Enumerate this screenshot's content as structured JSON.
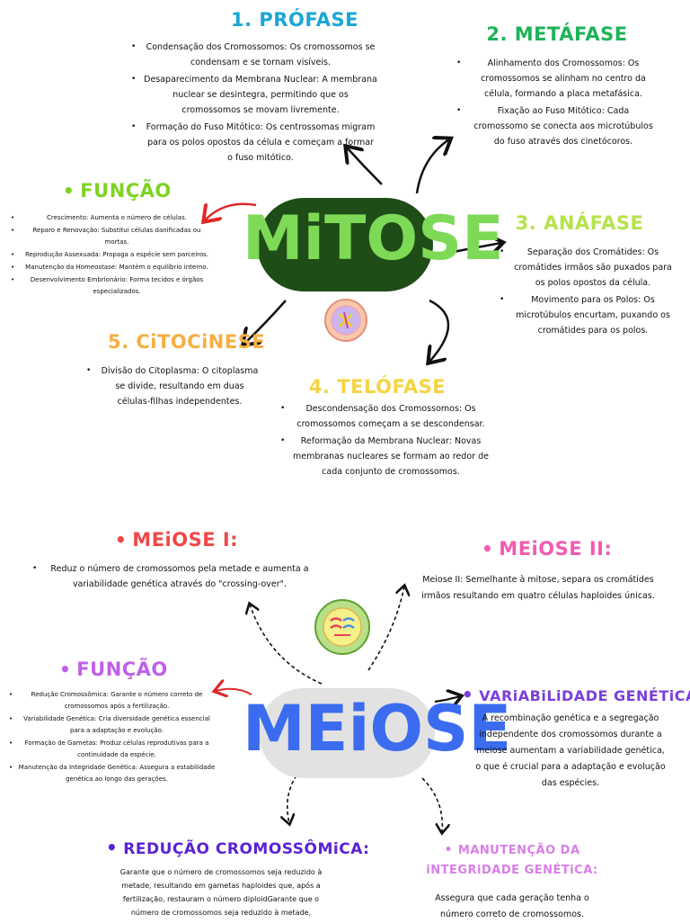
{
  "mitosis": {
    "center_title": "MiTOSE",
    "prophase": {
      "title": "1. PRÓFASE",
      "items": [
        "Condensação dos Cromossomos: Os cromossomos se condensam e se tornam visíveis.",
        "Desaparecimento da Membrana Nuclear: A membrana nuclear se desintegra, permitindo que os cromossomos se movam livremente.",
        "Formação do Fuso Mitótico: Os centrossomas migram para os polos opostos da célula e começam a formar o fuso mitótico."
      ]
    },
    "metaphase": {
      "title": "2. METÁFASE",
      "items": [
        "Alinhamento dos Cromossomos: Os cromossomos se alinham no centro da célula, formando a placa metafásica.",
        "Fixação ao Fuso Mitótico: Cada cromossomo se conecta aos microtúbulos do fuso através dos cinetócoros."
      ]
    },
    "function": {
      "title": "FUNÇÃO",
      "items": [
        "Crescimento: Aumenta o número de células.",
        "Reparo e Renovação: Substitui células danificadas ou mortas.",
        "Reprodução Assexuada: Propaga a espécie sem parceiros.",
        "Manutenção da Homeostase: Mantém o equilíbrio interno.",
        "Desenvolvimento Embrionário: Forma tecidos e órgãos especializados."
      ]
    },
    "anaphase": {
      "title": "3. ANÁFASE",
      "items": [
        "Separação dos Cromátides: Os cromátides irmãos são puxados para os polos opostos da célula.",
        "Movimento para os Polos: Os microtúbulos encurtam, puxando os cromátides para os polos."
      ]
    },
    "cytokinesis": {
      "title": "5. CiTOCiNESE",
      "items": [
        "Divisão do Citoplasma: O citoplasma se divide, resultando em duas células-filhas independentes."
      ]
    },
    "telophase": {
      "title": "4. TELÓFASE",
      "items": [
        "Descondensação dos Cromossomos: Os cromossomos começam a se descondensar.",
        "Reformação da Membrana Nuclear: Novas membranas nucleares se formam ao redor de cada conjunto de cromossomos."
      ]
    }
  },
  "meiosis": {
    "center_title": "MEiOSE",
    "meiosis1": {
      "title": "MEiOSE I:",
      "items": [
        "Reduz o número de cromossomos pela metade e aumenta a variabilidade genética através do \"crossing-over\"."
      ]
    },
    "meiosis2": {
      "title": "MEiOSE II:",
      "text": "Meiose II: Semelhante à mitose, separa os cromátides irmãos resultando em quatro células haploides únicas."
    },
    "function": {
      "title": "FUNÇÃO",
      "items": [
        "Redução Cromossômica: Garante o número correto de cromossomos após a fertilização.",
        "Variabilidade Genética: Cria diversidade genética essencial para a adaptação e evolução.",
        "Formação de Gametas: Produz células reprodutivas para a continuidade da espécie.",
        "Manutenção da Integridade Genética: Assegura a estabilidade genética ao longo das gerações."
      ]
    },
    "variability": {
      "title": "VARiABiLiDADE GENÉTiCA:",
      "text": "A recombinação genética e a segregação independente dos cromossomos durante a meiose aumentam a variabilidade genética, o que é crucial para a adaptação e evolução das espécies."
    },
    "reduction": {
      "title": "REDUÇÃO CROMOSSÔMiCA:",
      "text": "Garante que o número de cromossomos seja reduzido à metade, resultando em gametas haploides que, após a fertilização, restauram o número diploidGarante que o número de cromossomos seja reduzido à metade,"
    },
    "integrity": {
      "title": "MANUTENÇÃO DA iNTEGRiDADE GENÉTiCA:",
      "text": "Assegura que cada geração tenha o número correto de cromossomos."
    }
  },
  "colors": {
    "prophase": "#1aa7d6",
    "metaphase": "#1fb35a",
    "function_mitosis": "#7ed321",
    "anaphase": "#b6e24a",
    "cytokinesis": "#f5b042",
    "telophase": "#f5d442",
    "mitosis_text": "#7ed957",
    "mitosis_blob": "#1f4d17",
    "meiosis1": "#f04848",
    "meiosis2": "#f25bb0",
    "function_meiosis": "#c060e8",
    "variability": "#7b3fd9",
    "reduction": "#5a22d6",
    "integrity": "#d97ee8",
    "meiosis_text": "#3b6cf0",
    "meiosis_blob": "#e2e2e2",
    "red_arrow": "#e02828"
  }
}
